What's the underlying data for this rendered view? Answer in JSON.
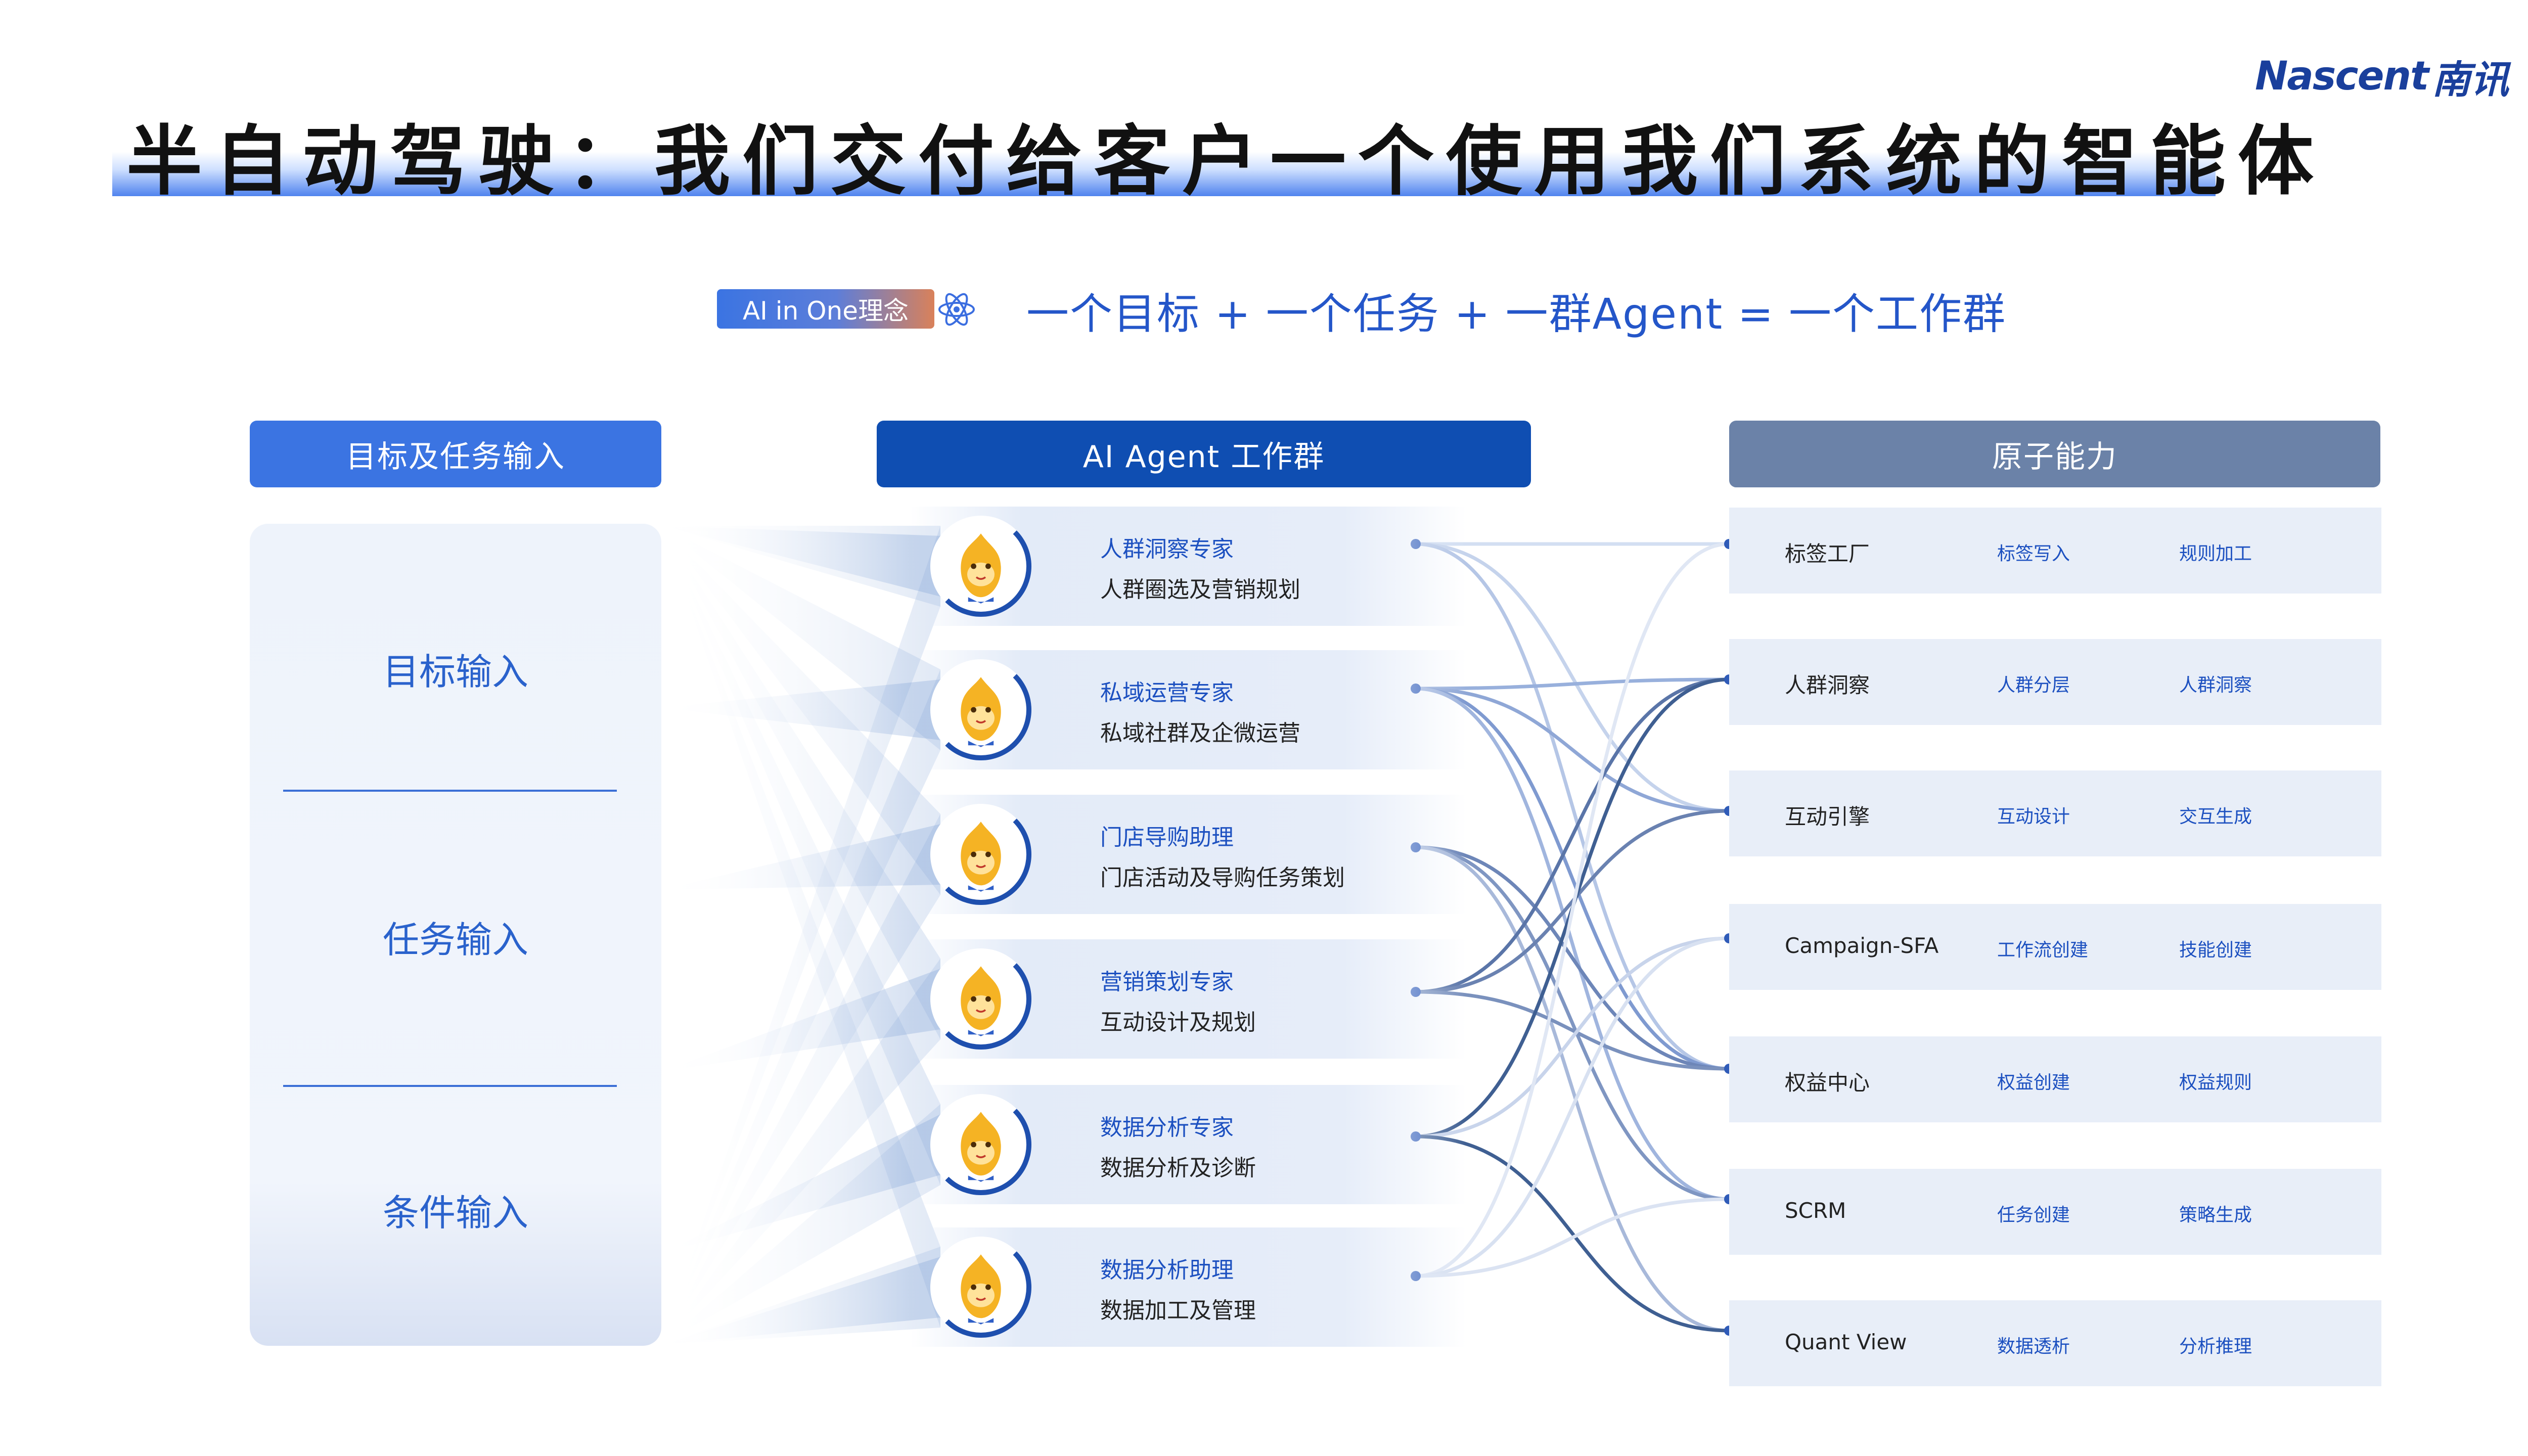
{
  "brand": {
    "latin": "Nascent",
    "chinese": "南讯"
  },
  "title": "半自动驾驶：我们交付给客户一个使用我们系统的智能体",
  "concept": {
    "badge": "AI in One理念",
    "formula": "一个目标 + 一个任务 + 一群Agent = 一个工作群",
    "icon": "atom-icon"
  },
  "columns": {
    "goals_header": "目标及任务输入",
    "agents_header": "AI Agent 工作群",
    "atomic_header": "原子能力"
  },
  "inputs": [
    "目标输入",
    "任务输入",
    "条件输入"
  ],
  "agents": [
    {
      "name": "人群洞察专家",
      "desc": "人群圈选及营销规划"
    },
    {
      "name": "私域运营专家",
      "desc": "私域社群及企微运营"
    },
    {
      "name": "门店导购助理",
      "desc": "门店活动及导购任务策划"
    },
    {
      "name": "营销策划专家",
      "desc": "互动设计及规划"
    },
    {
      "name": "数据分析专家",
      "desc": "数据分析及诊断"
    },
    {
      "name": "数据分析助理",
      "desc": "数据加工及管理"
    }
  ],
  "atomic": [
    {
      "name": "标签工厂",
      "sub1": "标签写入",
      "sub2": "规则加工"
    },
    {
      "name": "人群洞察",
      "sub1": "人群分层",
      "sub2": "人群洞察"
    },
    {
      "name": "互动引擎",
      "sub1": "互动设计",
      "sub2": "交互生成"
    },
    {
      "name": "Campaign-SFA",
      "sub1": "工作流创建",
      "sub2": "技能创建"
    },
    {
      "name": "权益中心",
      "sub1": "权益创建",
      "sub2": "权益规则"
    },
    {
      "name": "SCRM",
      "sub1": "任务创建",
      "sub2": "策略生成"
    },
    {
      "name": "Quant View",
      "sub1": "数据透析",
      "sub2": "分析推理"
    }
  ],
  "colors": {
    "accent_blue": "#3b74e2",
    "dark_blue": "#0f4eb2",
    "slate": "#6b82a8",
    "text_blue": "#1c50c0"
  }
}
